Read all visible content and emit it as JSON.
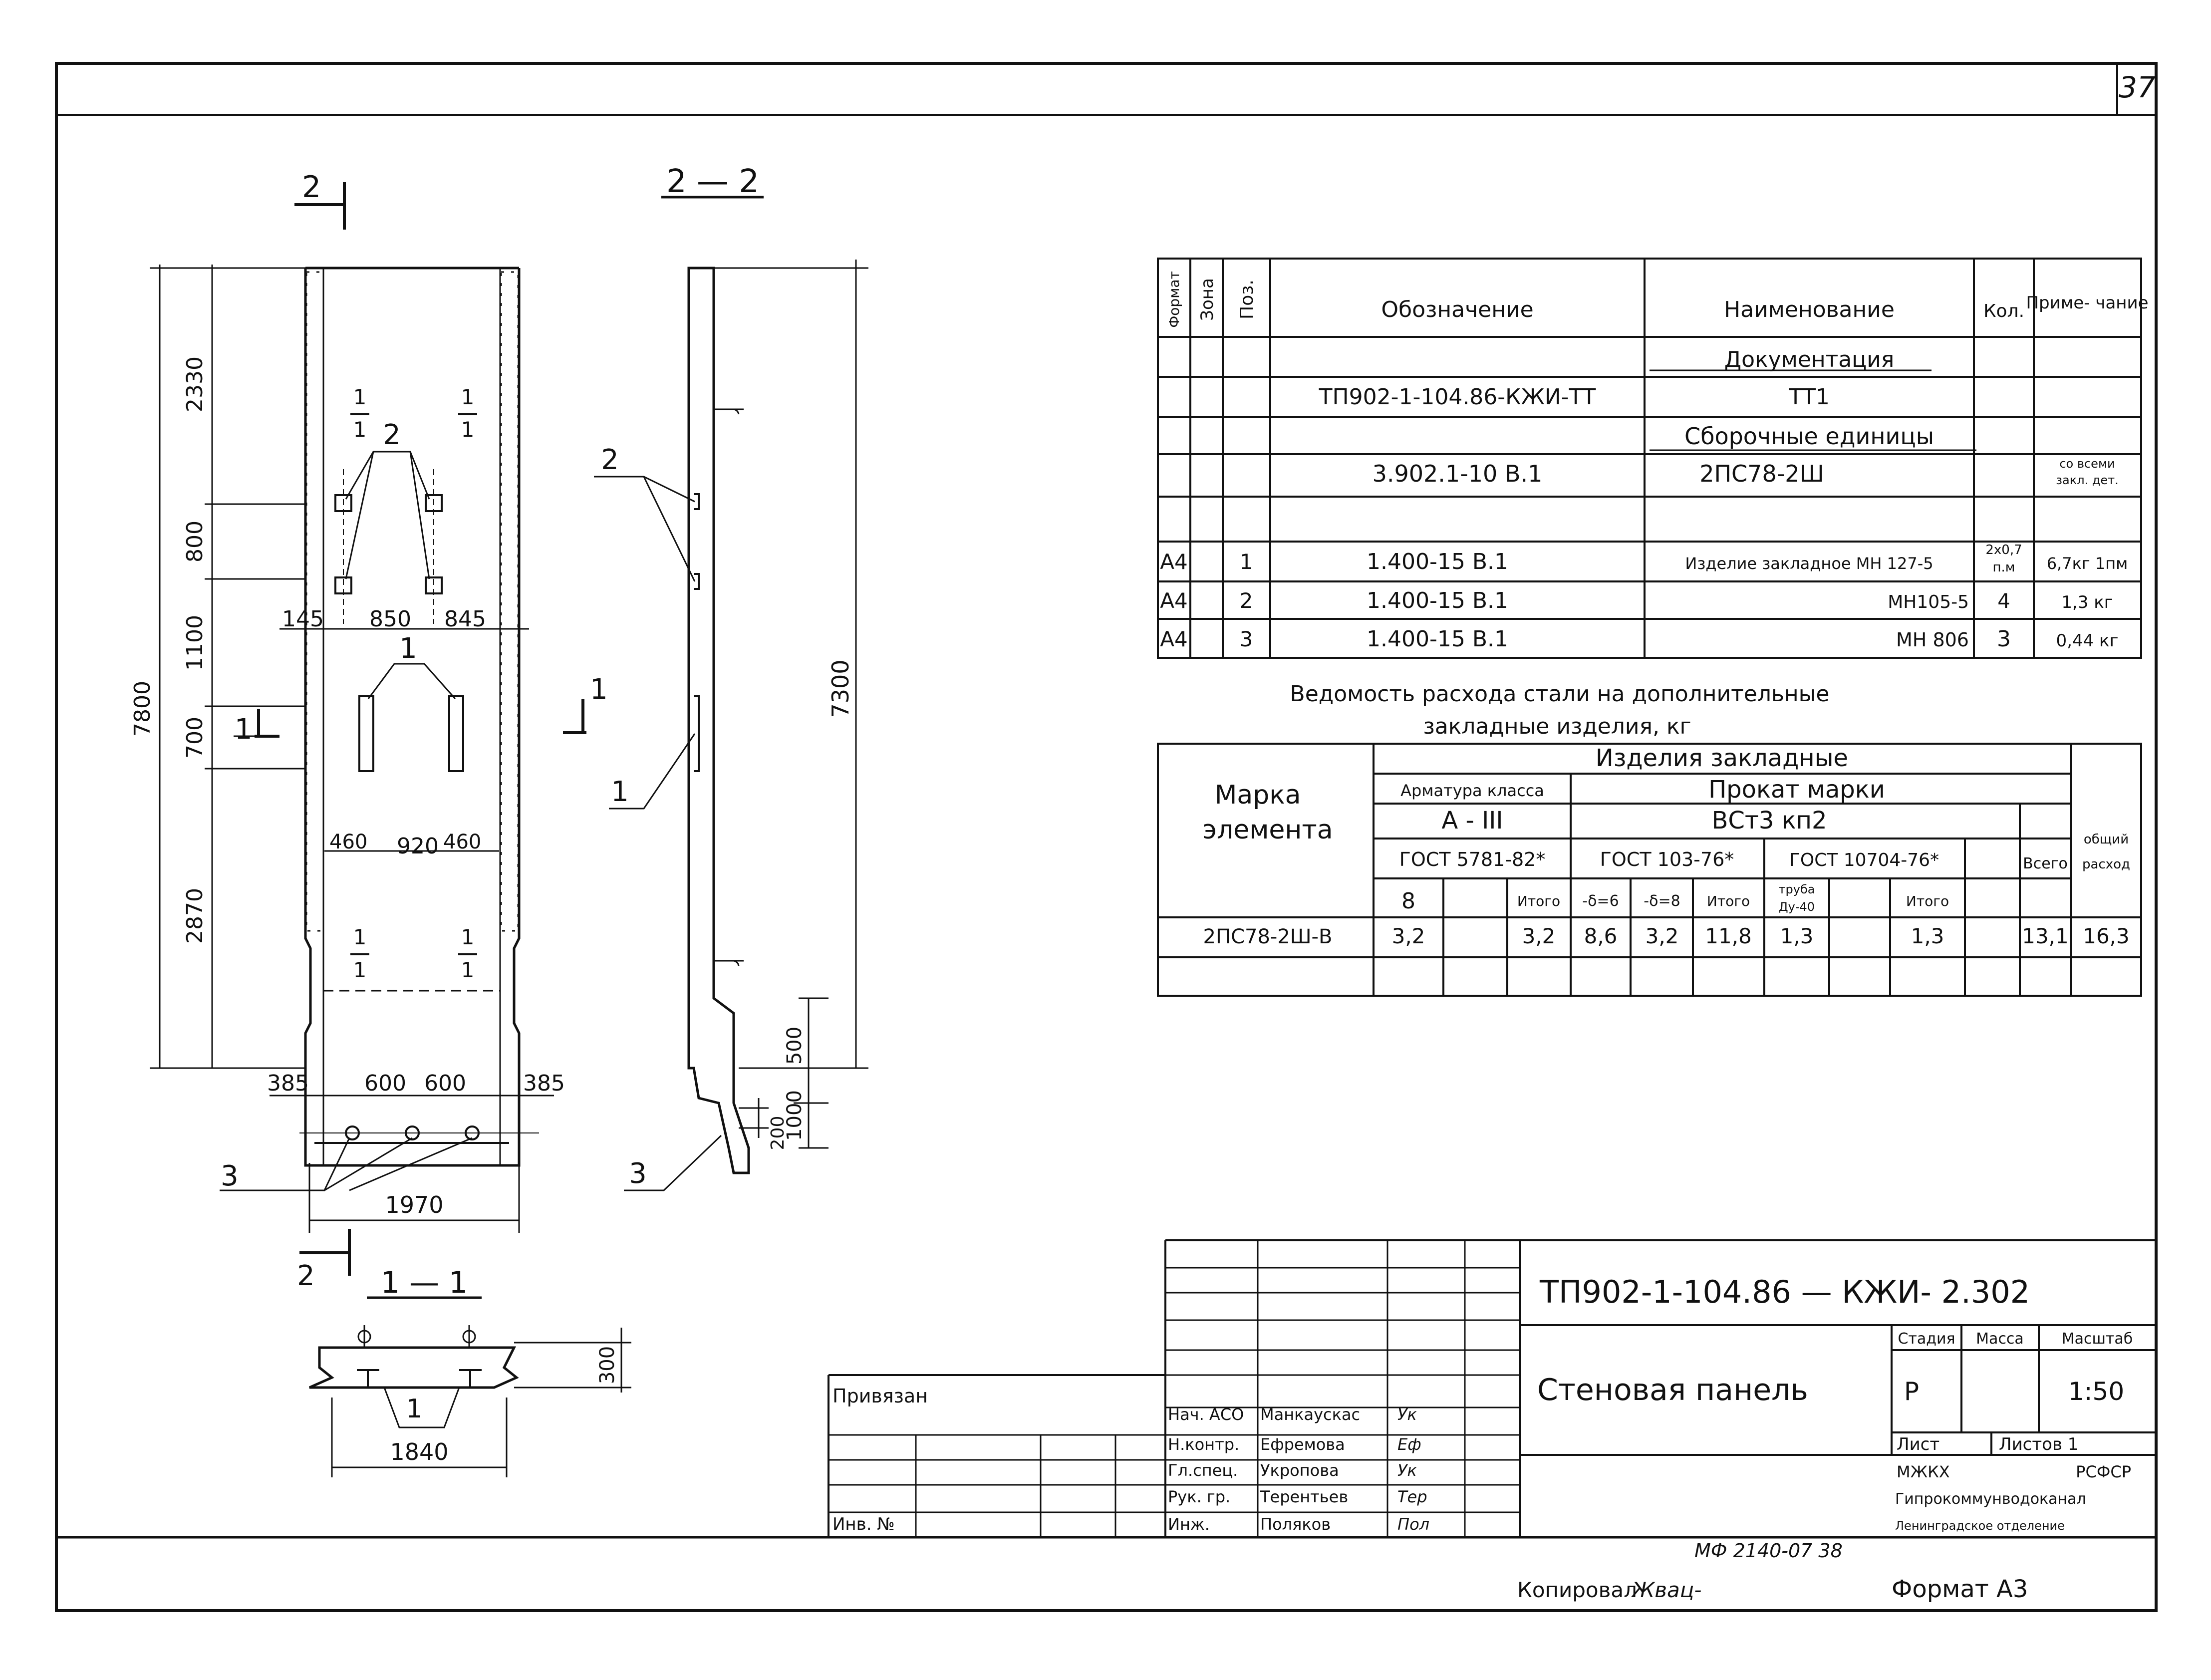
{
  "sheet": {
    "number": "37"
  },
  "views": {
    "section_22_marker": "2",
    "section_22_title": "2 — 2",
    "section_11_marker": "1",
    "section_11_title": "1 — 1"
  },
  "dims_front": {
    "h2330": "2330",
    "h800": "800",
    "h1100": "1100",
    "h700": "700",
    "h2870": "2870",
    "h7800": "7800",
    "d145": "145",
    "d850": "850",
    "d845": "845",
    "d460a": "460",
    "d920": "920",
    "d460b": "460",
    "d385a": "385",
    "d600a": "600",
    "d600b": "600",
    "d385b": "385",
    "d1970": "1970",
    "cut": "1",
    "cut_frac": "1",
    "pos1": "1",
    "pos2": "2",
    "pos3": "3"
  },
  "dims_side": {
    "h7300": "7300",
    "h500": "500",
    "h1000": "1000",
    "h200": "200",
    "pos1": "1",
    "pos2": "2",
    "pos3": "3"
  },
  "dims_section": {
    "h300": "300",
    "w1840": "1840",
    "pos1": "1"
  },
  "spec_table": {
    "headers": {
      "format": "Формат",
      "zone": "Зона",
      "pos": "Поз.",
      "designation": "Обозначение",
      "name": "Наименование",
      "qty": "Кол.",
      "note": "Приме-\nчание"
    },
    "doc_heading": "Документация",
    "doc_designation": "ТП902-1-104.86-КЖИ-ТТ",
    "doc_name": "ТТ1",
    "asm_heading": "Сборочные единицы",
    "asm_designation": "3.902.1-10 В.1",
    "asm_name": "2ПС78-2Ш",
    "asm_note_l1": "со всеми",
    "asm_note_l2": "закл. дет.",
    "items": [
      {
        "format": "А4",
        "pos": "1",
        "designation": "1.400-15 В.1",
        "name": "Изделие закладное МН 127-5",
        "qty_l1": "2х0,7",
        "qty_l2": "п.м",
        "note": "6,7кг 1пм"
      },
      {
        "format": "А4",
        "pos": "2",
        "designation": "1.400-15 В.1",
        "name": "МН105-5",
        "qty_l1": "4",
        "qty_l2": "",
        "note": "1,3 кг"
      },
      {
        "format": "А4",
        "pos": "3",
        "designation": "1.400-15 В.1",
        "name": "МН 806",
        "qty_l1": "3",
        "qty_l2": "",
        "note": "0,44 кг"
      }
    ]
  },
  "steel_table": {
    "title_l1": "Ведомость расхода стали на дополнительные",
    "title_l2": "закладные изделия, кг",
    "mark_l1": "Марка",
    "mark_l2": "элемента",
    "group": "Изделия закладные",
    "rebar": "Арматура класса",
    "rolled": "Прокат марки",
    "rebar_class": "А - III",
    "steel_grade": "ВСт3 кп2",
    "gost_rebar": "ГОСТ 5781-82*",
    "gost_103": "ГОСТ 103-76*",
    "gost_10704": "ГОСТ 10704-76*",
    "total_all": "Всего",
    "total_general_l1": "общий",
    "total_general_l2": "расход",
    "cols": {
      "c8": "8",
      "itogo1": "Итого",
      "d6": "-δ=6",
      "d8": "-δ=8",
      "itogo2": "Итого",
      "pipe_l1": "труба",
      "pipe_l2": "Ду-40",
      "itogo3": "Итого"
    },
    "row": {
      "mark": "2ПС78-2Ш-В",
      "c8": "3,2",
      "itogo1": "3,2",
      "d6": "8,6",
      "d8": "3,2",
      "itogo2": "11,8",
      "pipe": "1,3",
      "itogo3": "1,3",
      "total": "13,1",
      "general": "16,3"
    }
  },
  "title_block": {
    "code": "ТП902-1-104.86 —   КЖИ- 2.302",
    "title": "Стеновая панель",
    "stage_h": "Стадия",
    "mass_h": "Масса",
    "scale_h": "Масштаб",
    "stage": "Р",
    "scale": "1:50",
    "sheet_h": "Лист",
    "sheets_h": "Листов 1",
    "org_l1a": "МЖКХ",
    "org_l1b": "РСФСР",
    "org_l2": "Гипрокоммунводоканал",
    "org_l3": "Ленинградское отделение",
    "staff": [
      {
        "role": "Нач. АСО",
        "name": "Манкаускас",
        "sig": "Ук"
      },
      {
        "role": "Н.контр.",
        "name": "Ефремова",
        "sig": "Еф"
      },
      {
        "role": "Гл.спец.",
        "name": "Укропова",
        "sig": "Ук"
      },
      {
        "role": "Рук. гр.",
        "name": "Терентьев",
        "sig": "Тер"
      },
      {
        "role": "Инж.",
        "name": "Поляков",
        "sig": "Пол"
      }
    ],
    "bound": "Привязан",
    "inv": "Инв. №"
  },
  "footer": {
    "stamp": "МФ 2140-07 38",
    "copied": "Копировал",
    "copier_sig": "Жвац-",
    "format": "Формат А3"
  }
}
